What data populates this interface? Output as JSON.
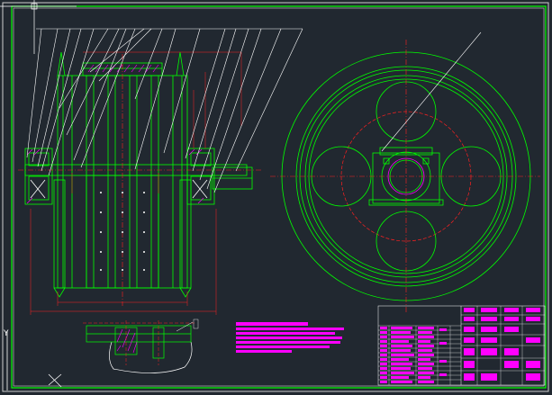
{
  "colors": {
    "background": "#212830",
    "frame": "#d9d9d9",
    "outline": "#00ff00",
    "centerline": "#ff2020",
    "dimension": "#ff2020",
    "hatch": "#ff00ff",
    "leader": "#ffffff",
    "note": "#ff00ff",
    "table_text": "#ff00ff"
  },
  "ucs": {
    "y_label": "Y"
  },
  "section_view": {
    "dim_overall_width": "",
    "dim_inner_width": ""
  },
  "end_view": {
    "part_label": "",
    "holes": 4
  },
  "detail_view": {},
  "title_block": {
    "parts_rows": 14,
    "title_rows": 5
  }
}
